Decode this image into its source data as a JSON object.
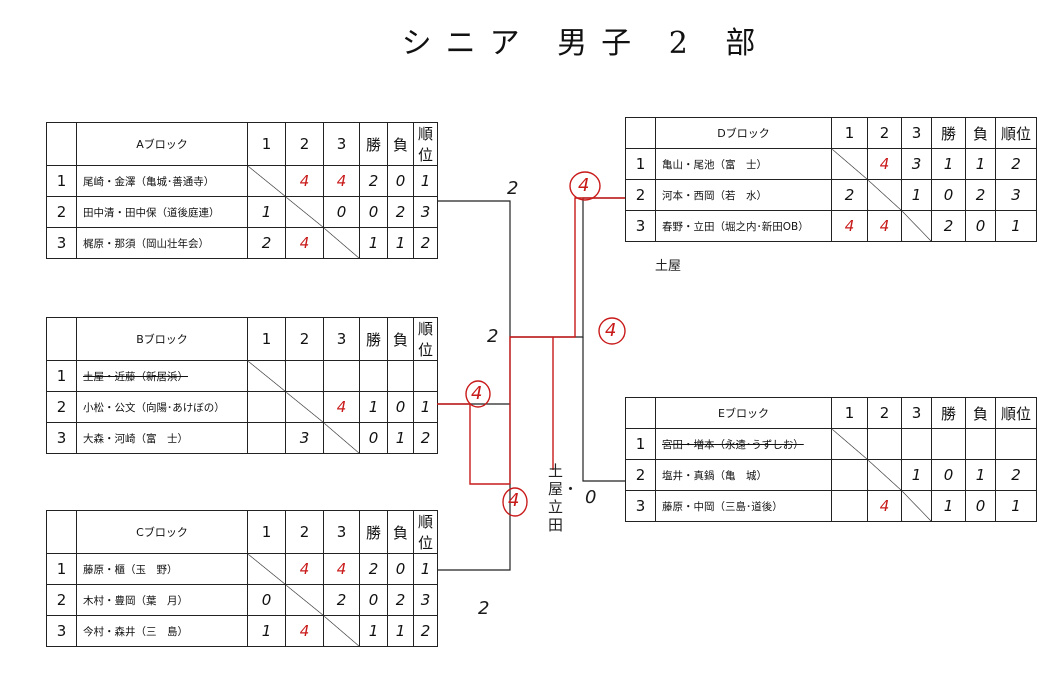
{
  "title": "シニア 男子 2 部",
  "headers": [
    "1",
    "2",
    "3",
    "勝",
    "負",
    "順位"
  ],
  "blocks": {
    "A": {
      "name": "Aブロック",
      "rows": [
        {
          "n": "1",
          "team": "尾崎・金澤（亀城･善通寺）",
          "c1": "",
          "c2": "4",
          "c3": "4",
          "w": "2",
          "l": "0",
          "rank": "1"
        },
        {
          "n": "2",
          "team": "田中清・田中保（道後庭連）",
          "c1": "1",
          "c2": "",
          "c3": "0",
          "w": "0",
          "l": "2",
          "rank": "3"
        },
        {
          "n": "3",
          "team": "梶原・那須（岡山壮年会）",
          "c1": "2",
          "c2": "4",
          "c3": "",
          "w": "1",
          "l": "1",
          "rank": "2"
        }
      ]
    },
    "B": {
      "name": "Bブロック",
      "rows": [
        {
          "n": "1",
          "team": "土屋・近藤（新居浜）",
          "c1": "",
          "c2": "",
          "c3": "",
          "w": "",
          "l": "",
          "rank": ""
        },
        {
          "n": "2",
          "team": "小松・公文（向陽･あけぼの）",
          "c1": "",
          "c2": "",
          "c3": "4",
          "w": "1",
          "l": "0",
          "rank": "1"
        },
        {
          "n": "3",
          "team": "大森・河崎（富　士）",
          "c1": "",
          "c2": "3",
          "c3": "",
          "w": "0",
          "l": "1",
          "rank": "2"
        }
      ]
    },
    "C": {
      "name": "Cブロック",
      "rows": [
        {
          "n": "1",
          "team": "藤原・櫃（玉　野）",
          "c1": "",
          "c2": "4",
          "c3": "4",
          "w": "2",
          "l": "0",
          "rank": "1"
        },
        {
          "n": "2",
          "team": "木村・豊岡（葉　月）",
          "c1": "0",
          "c2": "",
          "c3": "2",
          "w": "0",
          "l": "2",
          "rank": "3"
        },
        {
          "n": "3",
          "team": "今村・森井（三　島）",
          "c1": "1",
          "c2": "4",
          "c3": "",
          "w": "1",
          "l": "1",
          "rank": "2"
        }
      ]
    },
    "D": {
      "name": "Dブロック",
      "rows": [
        {
          "n": "1",
          "team": "亀山・尾池（富　士）",
          "c1": "",
          "c2": "4",
          "c3": "3",
          "w": "1",
          "l": "1",
          "rank": "2"
        },
        {
          "n": "2",
          "team": "河本・西岡（若　水）",
          "c1": "2",
          "c2": "",
          "c3": "1",
          "w": "0",
          "l": "2",
          "rank": "3"
        },
        {
          "n": "3",
          "team": "春野・立田（堀之内･新田OB）",
          "c1": "4",
          "c2": "4",
          "c3": "",
          "w": "2",
          "l": "0",
          "rank": "1"
        }
      ]
    },
    "E": {
      "name": "Eブロック",
      "rows": [
        {
          "n": "1",
          "team": "宮田・増本（永遠･うずしお）",
          "c1": "",
          "c2": "",
          "c3": "",
          "w": "",
          "l": "",
          "rank": ""
        },
        {
          "n": "2",
          "team": "塩井・真鍋（亀　城）",
          "c1": "",
          "c2": "",
          "c3": "1",
          "w": "0",
          "l": "1",
          "rank": "2"
        },
        {
          "n": "3",
          "team": "藤原・中岡（三島･道後）",
          "c1": "",
          "c2": "4",
          "c3": "",
          "w": "1",
          "l": "0",
          "rank": "1"
        }
      ]
    }
  },
  "notes": {
    "d_sub": "土屋",
    "final_name": "土屋・立田",
    "scores": {
      "a_top": "2",
      "mid_left": "2",
      "c_bottom": "2",
      "b_red": "4",
      "bc_red": "4",
      "de_red": "4",
      "d_red": "4",
      "e_zero": "0"
    }
  }
}
